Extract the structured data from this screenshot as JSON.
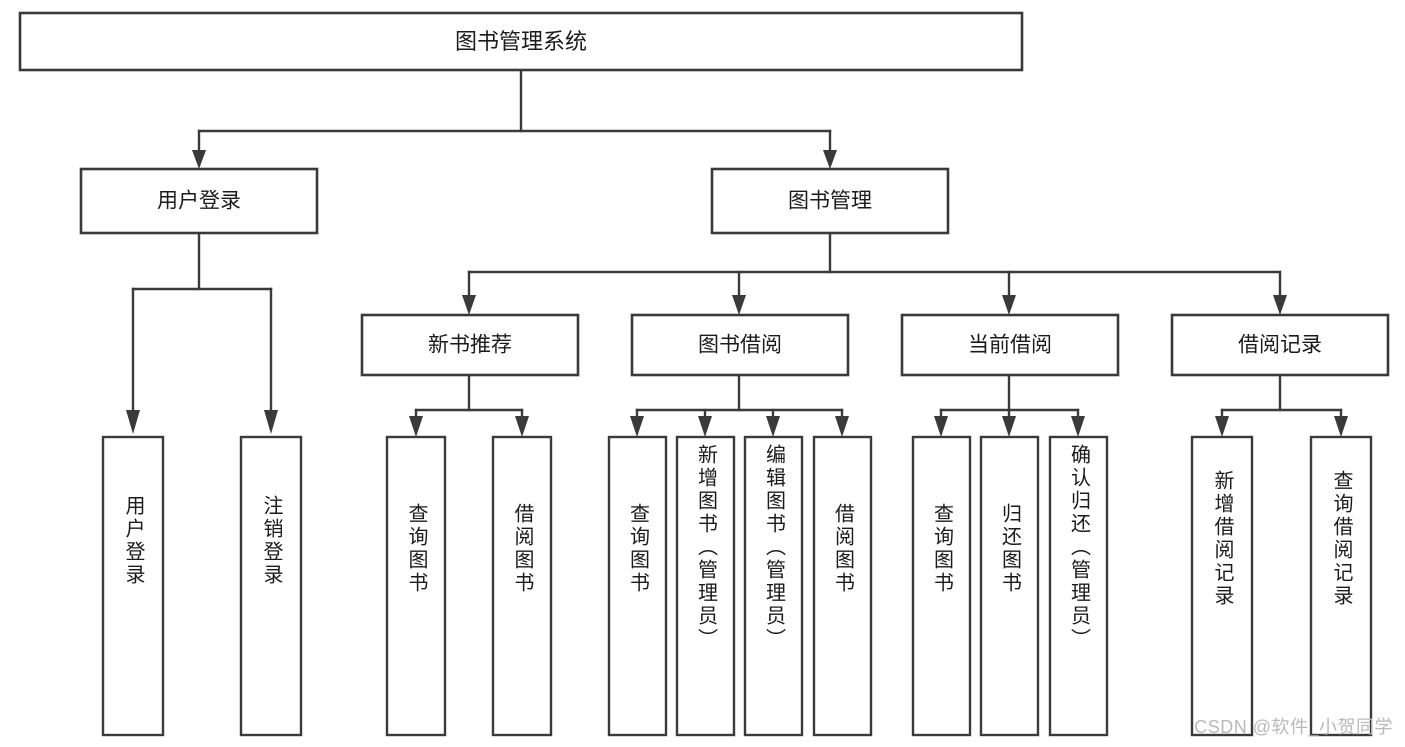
{
  "diagram": {
    "type": "tree-flowchart",
    "title": "图书管理系统功能结构图",
    "background_color": "#ffffff",
    "line_color": "#3a3a3a",
    "text_color": "#1b1b1b"
  },
  "root": {
    "label": "图书管理系统"
  },
  "level2": [
    {
      "label": "用户登录"
    },
    {
      "label": "图书管理"
    }
  ],
  "level3": [
    {
      "label": "新书推荐"
    },
    {
      "label": "图书借阅"
    },
    {
      "label": "当前借阅"
    },
    {
      "label": "借阅记录"
    }
  ],
  "leaves": {
    "user_login": [
      {
        "label": "用户登录"
      },
      {
        "label": "注销登录"
      }
    ],
    "new_book_recommend": [
      {
        "label": "查询图书"
      },
      {
        "label": "借阅图书"
      }
    ],
    "book_borrow": [
      {
        "label": "查询图书"
      },
      {
        "label": "新增图书（管理员）"
      },
      {
        "label": "编辑图书（管理员）"
      },
      {
        "label": "借阅图书"
      }
    ],
    "current_borrow": [
      {
        "label": "查询图书"
      },
      {
        "label": "归还图书"
      },
      {
        "label": "确认归还（管理员）"
      }
    ],
    "borrow_record": [
      {
        "label": "新增借阅记录"
      },
      {
        "label": "查询借阅记录"
      }
    ]
  },
  "watermark": {
    "text": "CSDN @软件_小贺同学"
  }
}
